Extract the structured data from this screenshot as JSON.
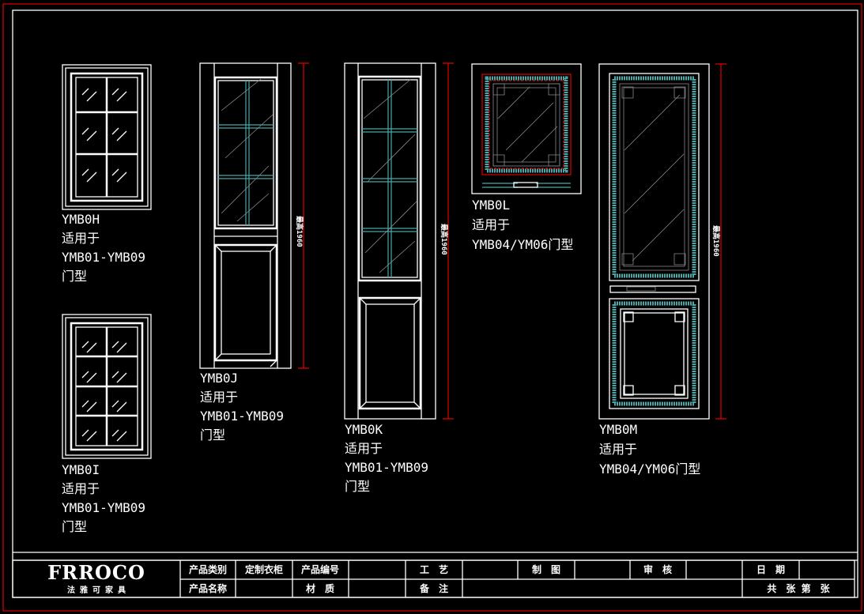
{
  "drawing": {
    "doors": [
      {
        "code": "YMB0H",
        "line1": "适用于",
        "line2": "YMB01-YMB09",
        "line3": "门型"
      },
      {
        "code": "YMB0I",
        "line1": "适用于",
        "line2": "YMB01-YMB09",
        "line3": "门型"
      },
      {
        "code": "YMB0J",
        "line1": "适用于",
        "line2": "YMB01-YMB09",
        "line3": "门型",
        "dimension": "最高1960"
      },
      {
        "code": "YMB0K",
        "line1": "适用于",
        "line2": "YMB01-YMB09",
        "line3": "门型",
        "dimension": "最高1960"
      },
      {
        "code": "YMB0L",
        "line1": "适用于",
        "line2": "YMB04/YM06门型"
      },
      {
        "code": "YMB0M",
        "line1": "适用于",
        "line2": "YMB04/YM06门型",
        "dimension": "最高1960"
      }
    ]
  },
  "title_block": {
    "logo": "FRROCO",
    "logo_sub": "法 雅 可 家 具",
    "product_category_label": "产品类别",
    "product_category_value": "定制衣柜",
    "product_number_label": "产品编号",
    "craft_label": "工　艺",
    "drawn_label": "制　图",
    "review_label": "审　核",
    "date_label": "日　期",
    "product_name_label": "产品名称",
    "material_label": "材　质",
    "remark_label": "备　注",
    "sheets_label": "共　张 第　张"
  },
  "colors": {
    "line": "#ffffff",
    "accent": "#4aa8a8",
    "dimension": "#e00000"
  }
}
